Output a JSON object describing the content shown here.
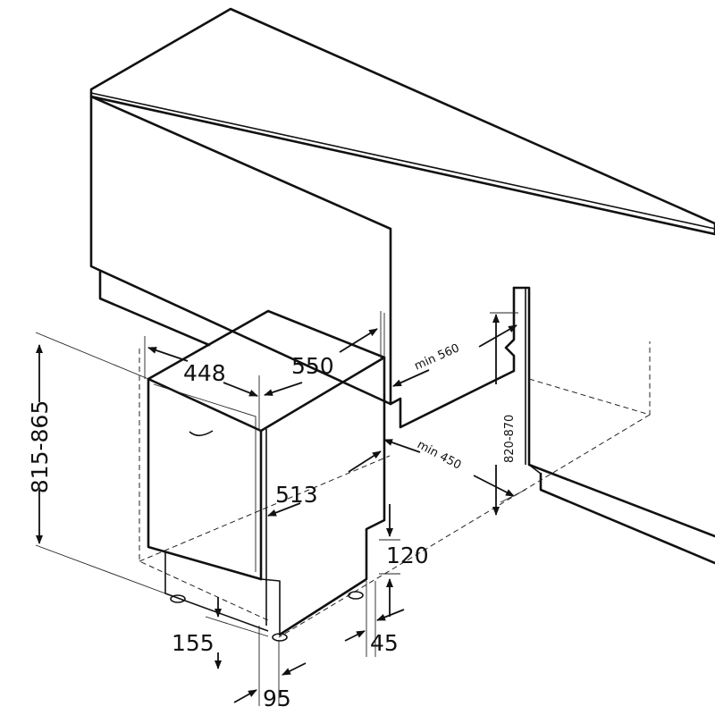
{
  "diagram": {
    "labels": {
      "height_range": "815-865",
      "width": "448",
      "depth": "550",
      "door_depth": "513",
      "plinth_height": "120",
      "adjust": "45",
      "foot_height": "155",
      "foot_offset": "95",
      "niche_width": "min 560",
      "niche_depth": "min 450",
      "niche_height": "820-870"
    },
    "colors": {
      "line": "#111111",
      "background": "#ffffff"
    }
  }
}
